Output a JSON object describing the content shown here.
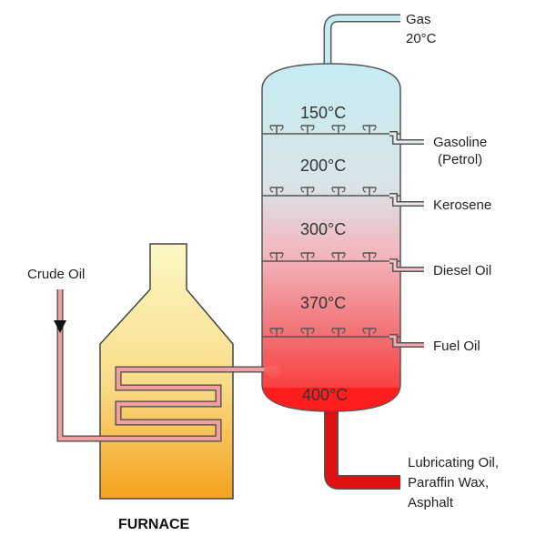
{
  "temperatures": {
    "top": "150°C",
    "t200": "200°C",
    "t300": "300°C",
    "t370": "370°C",
    "bottom": "400°C"
  },
  "products": {
    "gas_name": "Gas",
    "gas_temp": "20°C",
    "gasoline_1": "Gasoline",
    "gasoline_2": "(Petrol)",
    "kerosene": "Kerosene",
    "diesel": "Diesel Oil",
    "fuel_oil": "Fuel Oil",
    "residue_1": "Lubricating Oil,",
    "residue_2": "Paraffin Wax,",
    "residue_3": "Asphalt"
  },
  "input": {
    "crude_oil": "Crude Oil"
  },
  "furnace": {
    "label": "FURNACE"
  },
  "colors": {
    "column_top": "#c4ecf2",
    "column_bottom": "#ff2a2a",
    "furnace_top": "#fbf8c4",
    "furnace_bottom": "#f4a21b",
    "pipe": "#f0a0a0",
    "residue_pipe": "#e01010",
    "outline": "#555555"
  }
}
